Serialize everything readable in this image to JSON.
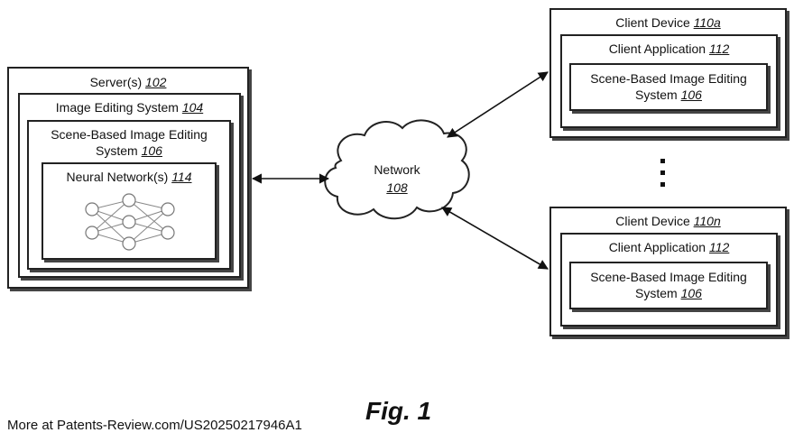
{
  "server": {
    "title": "Server(s)",
    "ref": "102",
    "image_editing": {
      "title": "Image Editing System",
      "ref": "104"
    },
    "scene_system": {
      "title_line1": "Scene-Based Image Editing",
      "title_line2": "System",
      "ref": "106"
    },
    "neural_net": {
      "title": "Neural Network(s)",
      "ref": "114"
    }
  },
  "network": {
    "title": "Network",
    "ref": "108"
  },
  "client_a": {
    "title": "Client Device",
    "ref": "110a",
    "app": {
      "title": "Client Application",
      "ref": "112"
    },
    "scene_system": {
      "title_line1": "Scene-Based Image Editing",
      "title_line2": "System",
      "ref": "106"
    }
  },
  "client_n": {
    "title": "Client Device",
    "ref": "110n",
    "app": {
      "title": "Client Application",
      "ref": "112"
    },
    "scene_system": {
      "title_line1": "Scene-Based Image Editing",
      "title_line2": "System",
      "ref": "106"
    }
  },
  "figure_caption": "Fig. 1",
  "source_note": "More at Patents-Review.com/US20250217946A1"
}
